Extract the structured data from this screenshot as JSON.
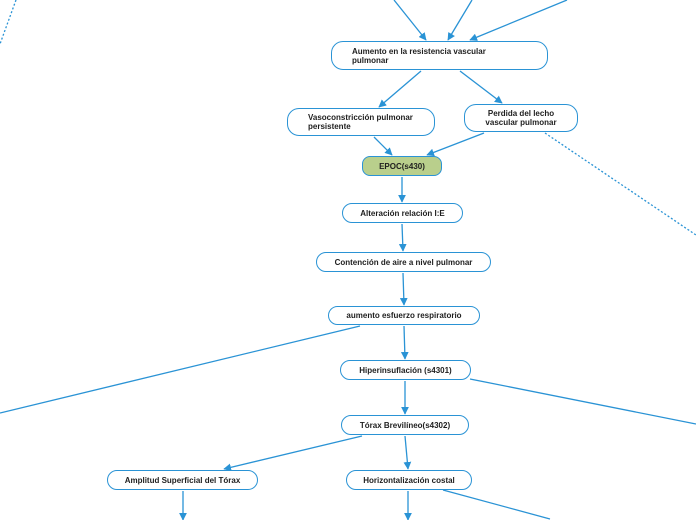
{
  "nodes": {
    "aumento_resistencia": "Aumento en la resistencia vascular\npulmonar",
    "vasoconstriccion": "Vasoconstricción pulmonar\npersistente",
    "perdida_lecho": "Perdida del lecho\nvascular pulmonar",
    "epoc": "EPOC(s430)",
    "alteracion": "Alteración relación I:E",
    "contencion": "Contención de aire a nivel pulmonar",
    "aumento_esfuerzo": "aumento esfuerzo respiratorio",
    "hiperinsuflacion": "Hiperinsuflación (s4301)",
    "torax": "Tórax Brevilíneo(s4302)",
    "amplitud": "Amplitud Superficial del Tórax",
    "horizontalizacion": "Horizontalización costal"
  },
  "colors": {
    "connector": "#2a93d5",
    "node_border": "#2a93d5",
    "highlight_fill": "#b9cf8c",
    "text": "#1e1e1e"
  }
}
